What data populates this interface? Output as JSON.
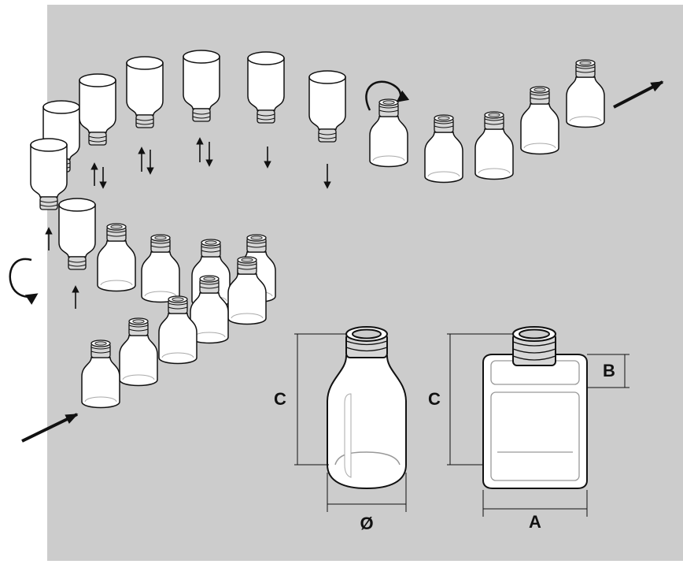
{
  "colors": {
    "background": "#cccccc",
    "bottle_fill": "#ffffff",
    "stroke": "#111111",
    "thread_fill": "#d7d7d7"
  },
  "labels": {
    "round_height": "C",
    "round_diameter": "Ø",
    "square_height": "C",
    "square_shoulder": "B",
    "square_width": "A"
  }
}
